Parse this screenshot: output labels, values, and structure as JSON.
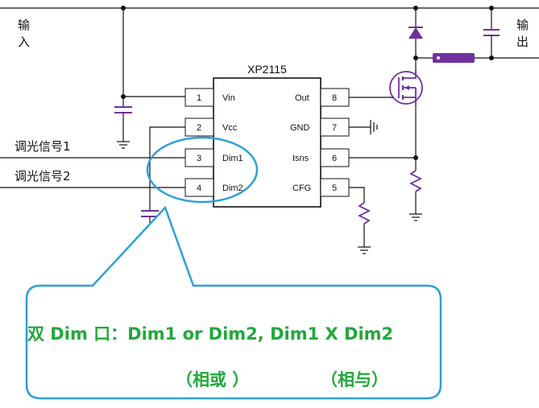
{
  "title": "XP2115",
  "labels": {
    "input_1": "输",
    "input_2": "入",
    "output_1": "输",
    "output_2": "出",
    "dim_signal_1": "调光信号1",
    "dim_signal_2": "调光信号2"
  },
  "pins": [
    {
      "num": "1",
      "name": "Vin"
    },
    {
      "num": "2",
      "name": "Vcc"
    },
    {
      "num": "3",
      "name": "Dim1"
    },
    {
      "num": "4",
      "name": "Dim2"
    },
    {
      "num": "5",
      "name": "CFG"
    },
    {
      "num": "6",
      "name": "Isns"
    },
    {
      "num": "7",
      "name": "GND"
    },
    {
      "num": "8",
      "name": "Out"
    }
  ],
  "callout": {
    "line1": "双 Dim 口：Dim1 or Dim2,  Dim1 X Dim2",
    "line2_left": "（相或 ）",
    "line2_right": "（相与）"
  },
  "colors": {
    "component": "#7030a0",
    "highlight": "#2e9fd8",
    "callout_text": "#22a83a"
  }
}
